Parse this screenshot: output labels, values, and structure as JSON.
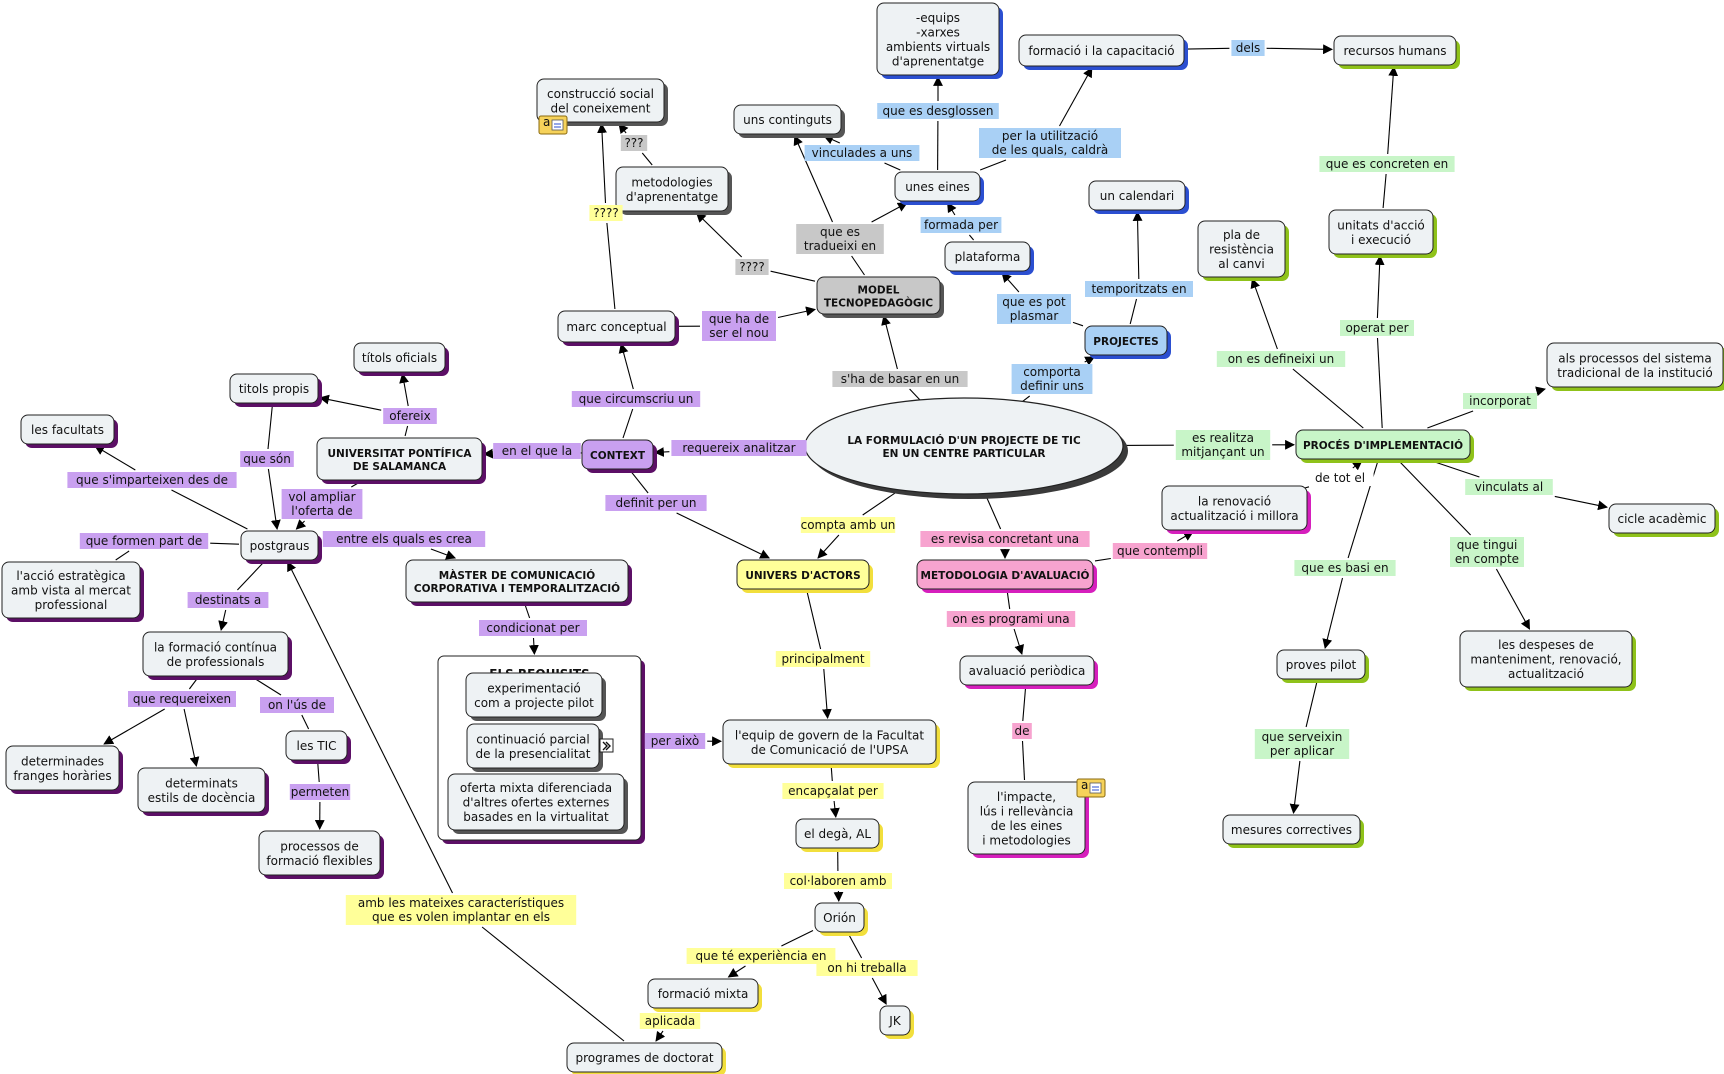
{
  "colors": {
    "purple": "#5c0f66",
    "purple_bg": "#c9a0f0",
    "blue": "#2b4fd1",
    "blue_bg": "#a9d0f5",
    "green": "#8fc21a",
    "green_bg": "#c8f5c8",
    "yellow": "#f2df3c",
    "yellow_bg": "#ffff99",
    "magenta": "#d61fbd",
    "magenta_bg": "#f7a3cf",
    "gray": "#555555",
    "gray_bg": "#c8c8c8",
    "node_fill": "#eef2f4"
  },
  "nodes": [
    {
      "id": "main",
      "lines": [
        "LA FORMULACIÓ D'UN PROJECTE DE TIC",
        "EN UN CENTRE PARTICULAR"
      ],
      "shape": "ellipse",
      "color": "gray",
      "bold": true
    },
    {
      "id": "model",
      "lines": [
        "MODEL",
        "TECNOPEDAGÒGIC"
      ],
      "color": "gray",
      "fill": "gray_bg",
      "bold": true
    },
    {
      "id": "context",
      "lines": [
        "CONTEXT"
      ],
      "color": "purple",
      "fill": "purple_bg",
      "bold": true
    },
    {
      "id": "univers",
      "lines": [
        "UNIVERS D'ACTORS"
      ],
      "color": "yellow",
      "fill": "yellow_bg",
      "bold": true
    },
    {
      "id": "metodologia",
      "lines": [
        "METODOLOGIA D'AVALUACIÓ"
      ],
      "color": "magenta",
      "fill": "magenta_bg",
      "bold": true
    },
    {
      "id": "proces",
      "lines": [
        "PROCÉS D'IMPLEMENTACIÓ"
      ],
      "color": "green",
      "fill": "green_bg",
      "bold": true
    },
    {
      "id": "projectes",
      "lines": [
        "PROJECTES"
      ],
      "color": "blue",
      "fill": "blue_bg",
      "bold": true
    },
    {
      "id": "marc",
      "lines": [
        "marc conceptual"
      ],
      "color": "purple"
    },
    {
      "id": "construccio",
      "lines": [
        "construcció social",
        "del coneixement"
      ],
      "color": "gray",
      "note": true
    },
    {
      "id": "metodologies",
      "lines": [
        "metodologies",
        "d'aprenentatge"
      ],
      "color": "gray"
    },
    {
      "id": "continguts",
      "lines": [
        "uns continguts"
      ],
      "color": "gray"
    },
    {
      "id": "eines",
      "lines": [
        "unes eines"
      ],
      "color": "blue"
    },
    {
      "id": "equips",
      "lines": [
        "-equips",
        "-xarxes",
        "ambients virtuals",
        "d'aprenentatge"
      ],
      "color": "blue"
    },
    {
      "id": "formacio_cap",
      "lines": [
        "formació i la capacitació"
      ],
      "color": "blue"
    },
    {
      "id": "recursos",
      "lines": [
        "recursos humans"
      ],
      "color": "green"
    },
    {
      "id": "plataforma",
      "lines": [
        "plataforma"
      ],
      "color": "blue"
    },
    {
      "id": "calendari",
      "lines": [
        "un calendari"
      ],
      "color": "blue"
    },
    {
      "id": "pla",
      "lines": [
        "pla de",
        "resistència",
        "al canvi"
      ],
      "color": "green"
    },
    {
      "id": "unitats",
      "lines": [
        "unitats d'acció",
        "i execució"
      ],
      "color": "green"
    },
    {
      "id": "processos_sist",
      "lines": [
        "als processos del sistema",
        "tradicional de la institució"
      ],
      "color": "green"
    },
    {
      "id": "cicle",
      "lines": [
        "cicle acadèmic"
      ],
      "color": "green"
    },
    {
      "id": "despeses",
      "lines": [
        "les despeses de",
        "manteniment, renovació,",
        "actualització"
      ],
      "color": "green"
    },
    {
      "id": "proves",
      "lines": [
        "proves pilot"
      ],
      "color": "green"
    },
    {
      "id": "mesures",
      "lines": [
        "mesures correctives"
      ],
      "color": "green"
    },
    {
      "id": "renovacio",
      "lines": [
        "la renovació",
        "actualització i millora"
      ],
      "color": "magenta"
    },
    {
      "id": "avaluacio",
      "lines": [
        "avaluació periòdica"
      ],
      "color": "magenta"
    },
    {
      "id": "impacte",
      "lines": [
        "l'impacte,",
        "lús i rellevància",
        "de les eines",
        "i metodologies"
      ],
      "color": "magenta",
      "note": true
    },
    {
      "id": "equip_govern",
      "lines": [
        "l'equip de govern de la Facultat",
        "de Comunicació de l'UPSA"
      ],
      "color": "yellow"
    },
    {
      "id": "dega",
      "lines": [
        "el degà, AL"
      ],
      "color": "yellow"
    },
    {
      "id": "orion",
      "lines": [
        "Orión"
      ],
      "color": "yellow"
    },
    {
      "id": "formacio_mixta",
      "lines": [
        "formació mixta"
      ],
      "color": "yellow"
    },
    {
      "id": "jk",
      "lines": [
        "JK"
      ],
      "color": "yellow"
    },
    {
      "id": "programes",
      "lines": [
        "programes de doctorat"
      ],
      "color": "yellow"
    },
    {
      "id": "upsa",
      "lines": [
        "UNIVERSITAT PONTÍFICA",
        "DE SALAMANCA"
      ],
      "color": "purple",
      "bold": true
    },
    {
      "id": "titols_oficials",
      "lines": [
        "títols oficials"
      ],
      "color": "purple"
    },
    {
      "id": "titols_propis",
      "lines": [
        "titols propis"
      ],
      "color": "purple"
    },
    {
      "id": "facultats",
      "lines": [
        "les facultats"
      ],
      "color": "purple"
    },
    {
      "id": "postgraus",
      "lines": [
        "postgraus"
      ],
      "color": "purple"
    },
    {
      "id": "accio",
      "lines": [
        "l'acció estratègica",
        "amb vista al mercat",
        "professional"
      ],
      "color": "purple"
    },
    {
      "id": "formacio_cont",
      "lines": [
        "la formació contínua",
        "de professionals"
      ],
      "color": "purple"
    },
    {
      "id": "franges",
      "lines": [
        "determinades",
        "franges horàries"
      ],
      "color": "purple"
    },
    {
      "id": "estils",
      "lines": [
        "determinats",
        "estils de docència"
      ],
      "color": "purple"
    },
    {
      "id": "tic",
      "lines": [
        "les TIC"
      ],
      "color": "purple"
    },
    {
      "id": "processos_form",
      "lines": [
        "processos de",
        "formació flexibles"
      ],
      "color": "purple"
    },
    {
      "id": "master",
      "lines": [
        "MÀSTER DE COMUNICACIÓ",
        "CORPORATIVA I TEMPORALITZACIÓ"
      ],
      "color": "purple",
      "bold": true
    },
    {
      "id": "req1",
      "lines": [
        "experimentació",
        "com a projecte pilot"
      ],
      "color": "gray"
    },
    {
      "id": "req2",
      "lines": [
        "continuació parcial",
        "de la presencialitat"
      ],
      "color": "gray",
      "expand": true
    },
    {
      "id": "req3",
      "lines": [
        "oferta mixta diferenciada",
        "d'altres ofertes externes",
        "basades en la virtualitat"
      ],
      "color": "gray"
    }
  ],
  "requisits_title": "ELS REQUISITS",
  "links": [
    {
      "id": "l01",
      "lines": [
        "s'ha de basar en un"
      ],
      "bg": "gray_bg"
    },
    {
      "id": "l02",
      "lines": [
        "que ha de",
        "ser el nou"
      ],
      "bg": "purple_bg"
    },
    {
      "id": "l03",
      "lines": [
        "que circumscriu un"
      ],
      "bg": "purple_bg"
    },
    {
      "id": "l04",
      "lines": [
        "????"
      ],
      "bg": "yellow_bg"
    },
    {
      "id": "l05",
      "lines": [
        "???"
      ],
      "bg": "gray_bg"
    },
    {
      "id": "l06",
      "lines": [
        "????"
      ],
      "bg": "gray_bg"
    },
    {
      "id": "l07",
      "lines": [
        "que es",
        "tradueixi en"
      ],
      "bg": "gray_bg"
    },
    {
      "id": "l08",
      "lines": [
        "vinculades a uns"
      ],
      "bg": "blue_bg"
    },
    {
      "id": "l09",
      "lines": [
        "que es desglossen"
      ],
      "bg": "blue_bg"
    },
    {
      "id": "l10",
      "lines": [
        "per la utilització",
        "de les quals, caldrà"
      ],
      "bg": "blue_bg"
    },
    {
      "id": "l11",
      "lines": [
        "dels"
      ],
      "bg": "blue_bg"
    },
    {
      "id": "l12",
      "lines": [
        "formada per"
      ],
      "bg": "blue_bg"
    },
    {
      "id": "l13",
      "lines": [
        "que es pot",
        "plasmar"
      ],
      "bg": "blue_bg"
    },
    {
      "id": "l14",
      "lines": [
        "comporta",
        "definir uns"
      ],
      "bg": "blue_bg"
    },
    {
      "id": "l15",
      "lines": [
        "temporitzats en"
      ],
      "bg": "blue_bg"
    },
    {
      "id": "l16",
      "lines": [
        "es realitza",
        "mitjançant un"
      ],
      "bg": "green_bg"
    },
    {
      "id": "l17",
      "lines": [
        "on es defineixi un"
      ],
      "bg": "green_bg"
    },
    {
      "id": "l18",
      "lines": [
        "operat per"
      ],
      "bg": "green_bg"
    },
    {
      "id": "l19",
      "lines": [
        "que es concreten en"
      ],
      "bg": "green_bg"
    },
    {
      "id": "l20",
      "lines": [
        "incorporat"
      ],
      "bg": "green_bg"
    },
    {
      "id": "l21",
      "lines": [
        "vinculats al"
      ],
      "bg": "green_bg"
    },
    {
      "id": "l22",
      "lines": [
        "que tingui",
        "en compte"
      ],
      "bg": "green_bg"
    },
    {
      "id": "l23",
      "lines": [
        "que es basi en"
      ],
      "bg": "green_bg"
    },
    {
      "id": "l24",
      "lines": [
        "que serveixin",
        "per aplicar"
      ],
      "bg": "green_bg"
    },
    {
      "id": "l25",
      "lines": [
        "de tot el"
      ],
      "bg": "none"
    },
    {
      "id": "l26",
      "lines": [
        "es revisa concretant una"
      ],
      "bg": "magenta_bg"
    },
    {
      "id": "l27",
      "lines": [
        "que contempli"
      ],
      "bg": "magenta_bg"
    },
    {
      "id": "l28",
      "lines": [
        "on es programi una"
      ],
      "bg": "magenta_bg"
    },
    {
      "id": "l29",
      "lines": [
        "de"
      ],
      "bg": "magenta_bg"
    },
    {
      "id": "l30",
      "lines": [
        "compta amb un"
      ],
      "bg": "yellow_bg"
    },
    {
      "id": "l31",
      "lines": [
        "principalment"
      ],
      "bg": "yellow_bg"
    },
    {
      "id": "l32",
      "lines": [
        "encapçalat per"
      ],
      "bg": "yellow_bg"
    },
    {
      "id": "l33",
      "lines": [
        "col·laboren amb"
      ],
      "bg": "yellow_bg"
    },
    {
      "id": "l34",
      "lines": [
        "que té experiència en"
      ],
      "bg": "yellow_bg"
    },
    {
      "id": "l35",
      "lines": [
        "on hi treballa"
      ],
      "bg": "yellow_bg"
    },
    {
      "id": "l36",
      "lines": [
        "aplicada"
      ],
      "bg": "yellow_bg"
    },
    {
      "id": "l37",
      "lines": [
        "amb les mateixes característiques",
        "que es volen implantar en els"
      ],
      "bg": "yellow_bg"
    },
    {
      "id": "l38",
      "lines": [
        "requereix analitzar"
      ],
      "bg": "purple_bg"
    },
    {
      "id": "l39",
      "lines": [
        "en el que la"
      ],
      "bg": "purple_bg"
    },
    {
      "id": "l40",
      "lines": [
        "definit per un"
      ],
      "bg": "purple_bg"
    },
    {
      "id": "l41",
      "lines": [
        "ofereix"
      ],
      "bg": "purple_bg"
    },
    {
      "id": "l42",
      "lines": [
        "que són"
      ],
      "bg": "purple_bg"
    },
    {
      "id": "l43",
      "lines": [
        "vol ampliar",
        "l'oferta de"
      ],
      "bg": "purple_bg"
    },
    {
      "id": "l44",
      "lines": [
        "que s'imparteixen des de"
      ],
      "bg": "purple_bg"
    },
    {
      "id": "l45",
      "lines": [
        "que formen part de"
      ],
      "bg": "purple_bg"
    },
    {
      "id": "l46",
      "lines": [
        "entre els quals es crea"
      ],
      "bg": "purple_bg"
    },
    {
      "id": "l47",
      "lines": [
        "destinats a"
      ],
      "bg": "purple_bg"
    },
    {
      "id": "l48",
      "lines": [
        "que requereixen"
      ],
      "bg": "purple_bg"
    },
    {
      "id": "l49",
      "lines": [
        "on l'ús de"
      ],
      "bg": "purple_bg"
    },
    {
      "id": "l50",
      "lines": [
        "permeten"
      ],
      "bg": "purple_bg"
    },
    {
      "id": "l51",
      "lines": [
        "condicionat per"
      ],
      "bg": "purple_bg"
    },
    {
      "id": "l52",
      "lines": [
        "per això"
      ],
      "bg": "purple_bg"
    }
  ]
}
